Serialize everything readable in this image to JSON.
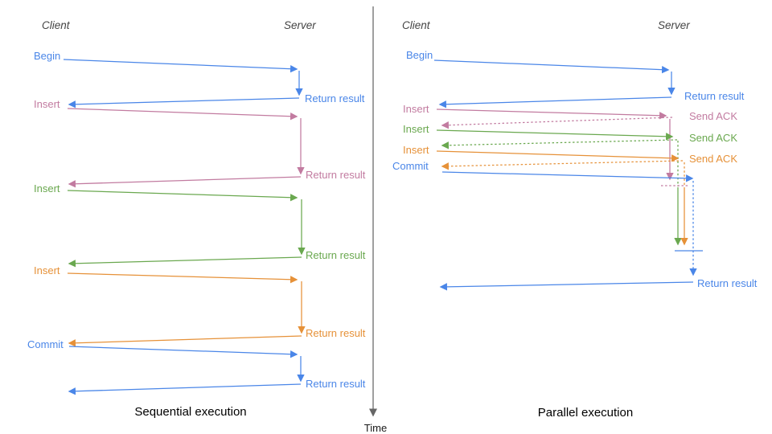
{
  "colors": {
    "blue": "#4a86e8",
    "pink": "#c27ba0",
    "green": "#6aa84f",
    "orange": "#e69138",
    "axis": "#666666",
    "header_text": "#444444",
    "title_text": "#000000"
  },
  "headers": {
    "client": "Client",
    "server": "Server"
  },
  "time_label": "Time",
  "sequential": {
    "title": "Sequential execution",
    "messages": [
      {
        "label": "Begin",
        "color": "blue",
        "response": "Return result"
      },
      {
        "label": "Insert",
        "color": "pink",
        "response": "Return result"
      },
      {
        "label": "Insert",
        "color": "green",
        "response": "Return result"
      },
      {
        "label": "Insert",
        "color": "orange",
        "response": "Return result"
      },
      {
        "label": "Commit",
        "color": "blue",
        "response": "Return result"
      }
    ]
  },
  "parallel": {
    "title": "Parallel execution",
    "messages": [
      {
        "label": "Begin",
        "color": "blue",
        "response": "Return result"
      },
      {
        "label": "Insert",
        "color": "pink",
        "response": "Send ACK"
      },
      {
        "label": "Insert",
        "color": "green",
        "response": "Send ACK"
      },
      {
        "label": "Insert",
        "color": "orange",
        "response": "Send ACK"
      },
      {
        "label": "Commit",
        "color": "blue",
        "response": "Return result"
      }
    ]
  }
}
